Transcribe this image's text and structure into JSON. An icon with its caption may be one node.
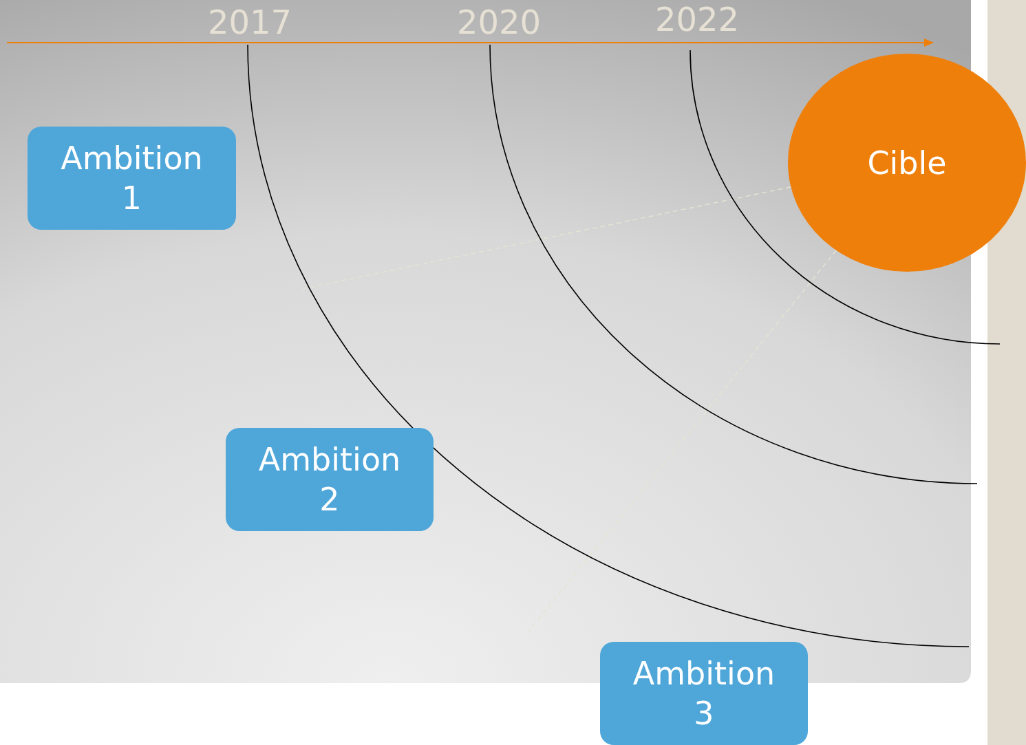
{
  "diagram": {
    "nodes": [
      {
        "text": [
          "Ambition 1"
        ]
      },
      {
        "text": [
          "Ambition 2"
        ]
      },
      {
        "text": [
          "Ambition 3"
        ]
      },
      {
        "text": [
          "Cible"
        ]
      }
    ],
    "edges": [
      {
        "from": 3,
        "to": null,
        "arrow": "none",
        "style": "dashed",
        "color": "#e6e3d4"
      },
      {
        "from": 3,
        "to": null,
        "arrow": "none",
        "style": "dashed",
        "color": "#e6e3d4"
      }
    ],
    "labels": [
      "2017",
      "2020",
      "2022"
    ]
  }
}
